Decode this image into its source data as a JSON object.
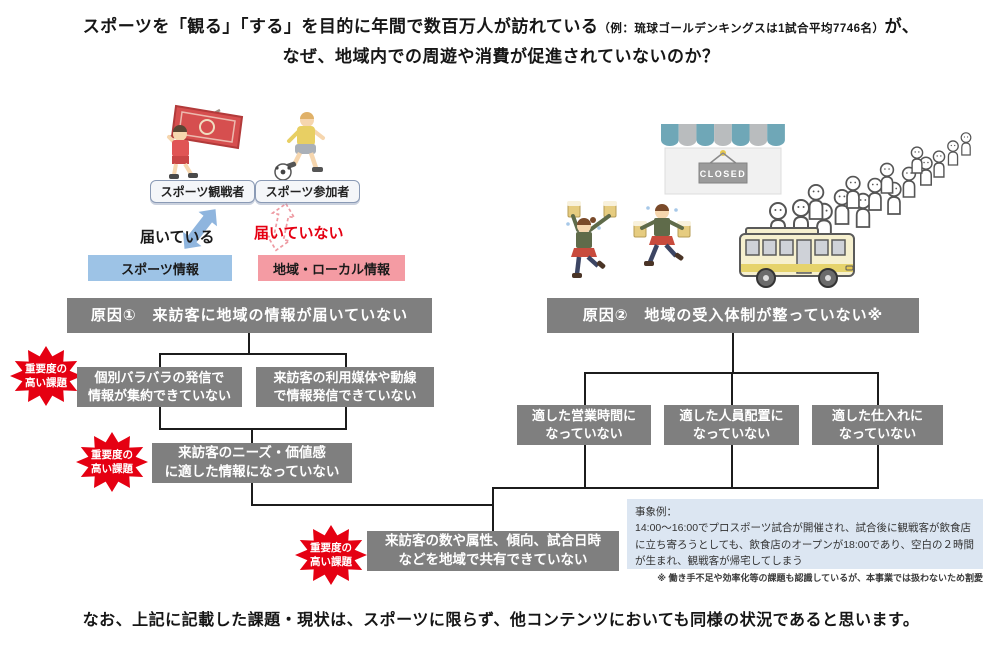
{
  "title": {
    "line1_main": "スポーツを「観る」「する」を目的に年間で数百万人が訪れている",
    "line1_note": "（例：琉球ゴールデンキングスは1試合平均7746名）",
    "line1_suffix": "が、",
    "line2": "なぜ、地域内での周遊や消費が促進されていないのか？"
  },
  "actors": {
    "spectator": "スポーツ観戦者",
    "participant": "スポーツ参加者"
  },
  "info_flow": {
    "delivered": "届いている",
    "not_delivered": "届いていない",
    "sports_info": "スポーツ情報",
    "local_info": "地域・ローカル情報"
  },
  "badge_label": "重要度の\n高い課題",
  "cause1": {
    "title": "原因①　来訪客に地域の情報が届いていない",
    "issue_scattered": "個別バラバラの発信で\n情報が集約できていない",
    "issue_media": "来訪客の利用媒体や動線\nで情報発信できていない",
    "issue_needs": "来訪客のニーズ・価値感\nに適した情報になっていない"
  },
  "cause2": {
    "title": "原因②　地域の受入体制が整っていない※",
    "issue_hours": "適した営業時間に\nなっていない",
    "issue_staff": "適した人員配置に\nなっていない",
    "issue_supply": "適した仕入れに\nなっていない"
  },
  "shared_issue": "来訪客の数や属性、傾向、試合日時\nなどを地域で共有できていない",
  "case_example": {
    "heading": "事象例：",
    "body": "14:00～16:00でプロスポーツ試合が開催され、試合後に観戦客が飲食店に立ち寄ろうとしても、飲食店のオープンが18:00であり、空白の２時間が生まれ、観戦客が帰宅してしまう",
    "note": "※ 働き手不足や効率化等の課題も認識しているが、本事業では扱わないため割愛"
  },
  "store": {
    "sign": "CLOSED"
  },
  "footer": "なお、上記に記載した課題・現状は、スポーツに限らず、他コンテンツにおいても同様の状況であると思います。",
  "colors": {
    "box_gray": "#7f7f7f",
    "badge_red": "#e50012",
    "sports_info_blue": "#9dc3e6",
    "local_info_pink": "#f49ba3",
    "case_bg": "#dce6f2",
    "arrow_blue": "#8fb5de",
    "not_delivered_red": "#e50012"
  }
}
